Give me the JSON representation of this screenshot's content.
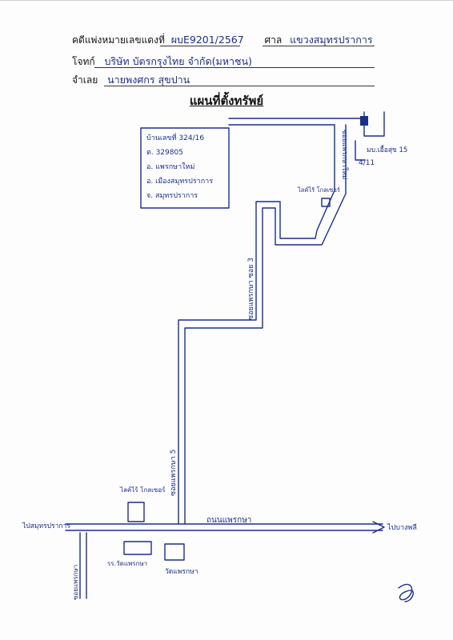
{
  "header": {
    "case_label": "คดีแพ่งหมายเลขแดงที่",
    "case_number": "ผบE9201/2567",
    "court_label": "ศาล",
    "court_name": "แขวงสมุทรปราการ",
    "plaintiff_label": "โจทก์",
    "plaintiff_name": "บริษัท บัตรกรุงไทย จำกัด(มหาชน)",
    "defendant_label": "จำเลย",
    "defendant_name": "นายพงศกร สุขปาน"
  },
  "title": "แผนที่ตั้งทรัพย์",
  "map": {
    "property_box_lines": [
      "บ้านเลขที่ 324/16",
      "ต. 329805",
      "อ. แพรกษาใหม่",
      "อ. เมืองสมุทรปราการ",
      "จ. สมุทรปราการ"
    ],
    "house_number_label": "4/11",
    "mooban_label": "มบ.เอื้อสุข 15",
    "soi_top_label": "ซอยแพรกษาใหม่",
    "soi_upper_label": "ซอยแพรกษา ซอย 3",
    "soi_lower_label": "ซอยแพรกษา 5",
    "main_road_label": "ถนนแพรกษา",
    "left_destination": "ไปสมุทรปราการ",
    "right_destination": "ไปบางพลี",
    "left_soi_label": "ซอยแพรกษา",
    "shop_top_label": "ไลค์ไร้ โกลเซอร์",
    "shop_bottom_label": "ไลค์ไร้ โกลเซอร์",
    "school_label": "รร.วัดแพรกษา",
    "temple_label": "วัดแพรกษา"
  }
}
